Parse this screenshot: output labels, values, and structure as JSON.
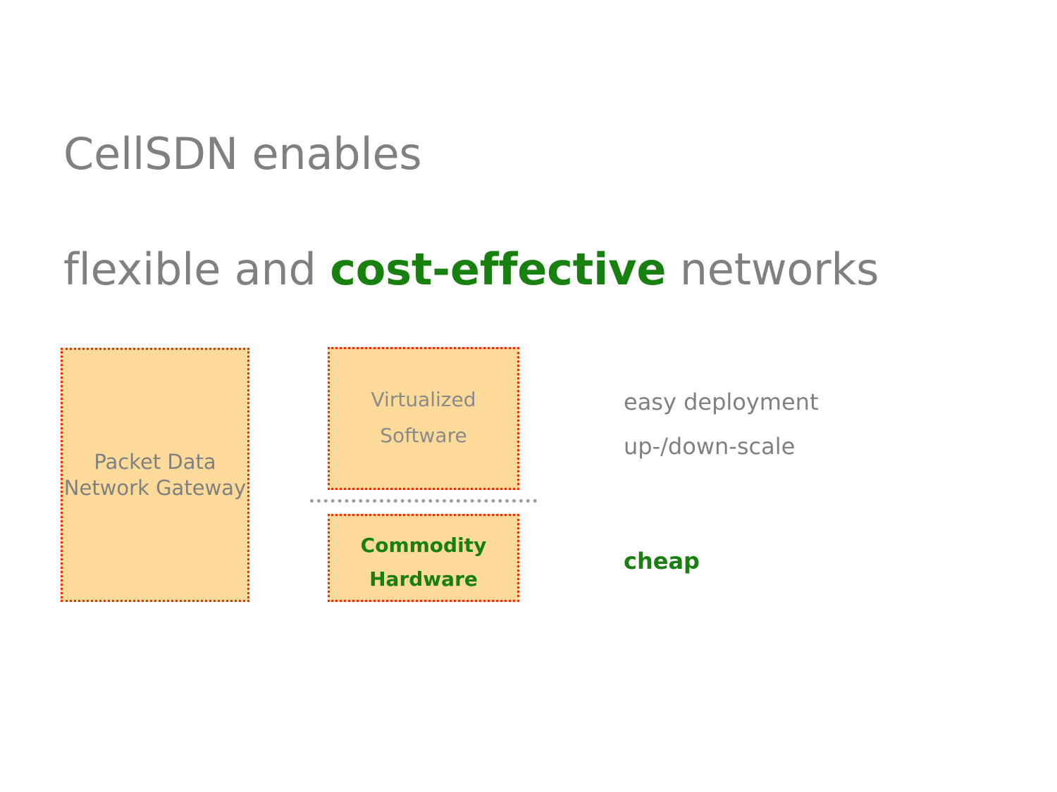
{
  "slide": {
    "title": {
      "line1": "CellSDN enables",
      "line2_prefix": "flexible and ",
      "line2_emphasis": "cost-effective",
      "line2_suffix": " networks",
      "color": "#808080",
      "emphasis_color": "#17800E"
    },
    "diagram": {
      "box_fill": "#FCDA9A",
      "box_border_color": "#ED2D0C",
      "divider_color": "#9E9E9E",
      "boxes": [
        {
          "id": "packet-data-network-gateway",
          "label": "Packet Data\nNetwork Gateway",
          "text_color": "#808080",
          "bold": false
        },
        {
          "id": "virtualized-software",
          "label": "Virtualized\nSoftware",
          "text_color": "#8A8A8A",
          "bold": false
        },
        {
          "id": "commodity-hardware",
          "label": "Commodity\nHardware",
          "text_color": "#17800E",
          "bold": true
        }
      ]
    },
    "annotations": [
      {
        "id": "easy-deployment",
        "text": "easy deployment",
        "color": "#808080",
        "bold": false
      },
      {
        "id": "up-down-scale",
        "text": "up-/down-scale",
        "color": "#808080",
        "bold": false
      },
      {
        "id": "cheap",
        "text": "cheap",
        "color": "#17800E",
        "bold": true
      }
    ]
  }
}
